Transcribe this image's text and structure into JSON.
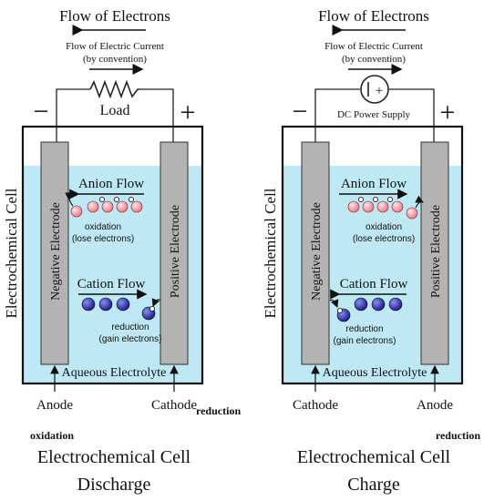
{
  "colors": {
    "electrolyte": "#bfe8f5",
    "electrode": "#b3b3b3",
    "anion": "#f4a3a8",
    "cation": "#3a3fc7",
    "wire": "#222222"
  },
  "panels": [
    {
      "flow_electrons": "Flow of Electrons",
      "flow_current": "Flow of Electric Current",
      "flow_current_note": "(by convention)",
      "device_label": "Load",
      "minus": "−",
      "plus": "+",
      "side_label": "Electrochemical Cell",
      "left_electrode": "Negative Electrode",
      "right_electrode": "Positive Electrode",
      "anion_flow": "Anion Flow",
      "cation_flow": "Cation Flow",
      "oxidation_label": "oxidation",
      "oxidation_note": "(lose electrons)",
      "reduction_label": "reduction",
      "reduction_note": "(gain electrons)",
      "electrolyte": "Aqueous Electrolyte",
      "left_terminal": "Anode",
      "right_terminal": "Cathode",
      "title": "Electrochemical Cell",
      "subtitle": "Discharge"
    },
    {
      "flow_electrons": "Flow of Electrons",
      "flow_current": "Flow of Electric Current",
      "flow_current_note": "(by convention)",
      "device_label": "DC Power Supply",
      "minus": "−",
      "plus": "+",
      "side_label": "Electrochemical Cell",
      "left_electrode": "Negative Electrode",
      "right_electrode": "Positive Electrode",
      "anion_flow": "Anion Flow",
      "cation_flow": "Cation Flow",
      "oxidation_label": "oxidation",
      "oxidation_note": "(lose electrons)",
      "reduction_label": "reduction",
      "reduction_note": "(gain electrons)",
      "electrolyte": "Aqueous Electrolyte",
      "left_terminal": "Cathode",
      "right_terminal": "Anode",
      "title": "Electrochemical Cell",
      "subtitle": "Charge"
    }
  ],
  "footnotes": {
    "oxidation": "oxidation",
    "reduction_left": "reduction",
    "reduction_right": "reduction"
  },
  "icons": [
    "resistor-icon",
    "dc-source-icon",
    "anion-icon",
    "cation-icon",
    "electron-icon"
  ]
}
